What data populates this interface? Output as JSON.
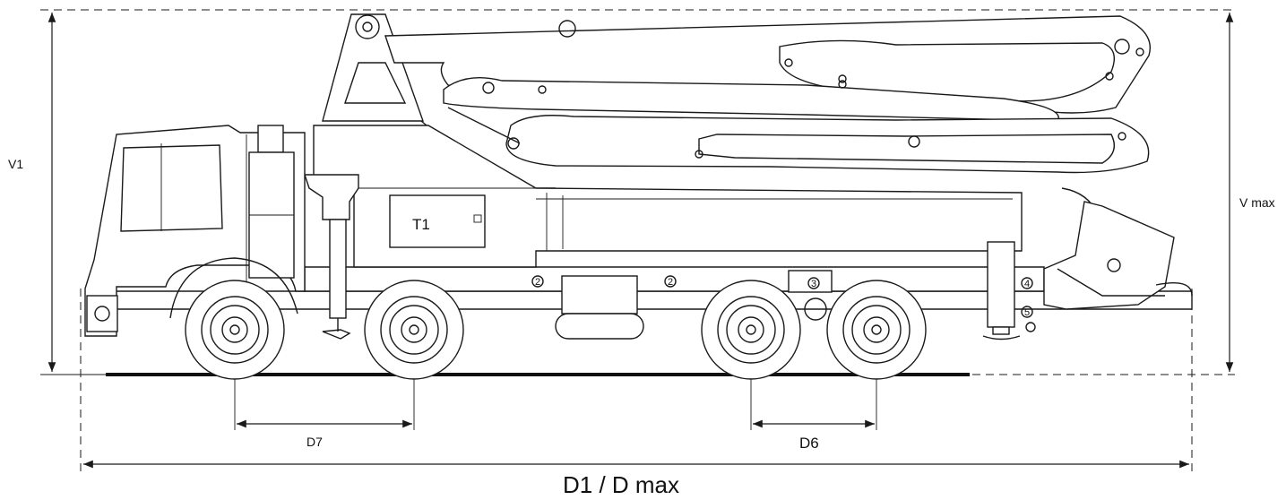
{
  "labels": {
    "v1": "V1",
    "vmax": "V max",
    "t1": "T1",
    "d7": "D7",
    "d6": "D6",
    "dmax": "D1 / D max"
  },
  "markers": {
    "m2a": "2",
    "m2b": "2",
    "m3": "3",
    "m4": "4",
    "m5": "5"
  },
  "colors": {
    "line": "#1a1a1a",
    "background": "#ffffff"
  }
}
